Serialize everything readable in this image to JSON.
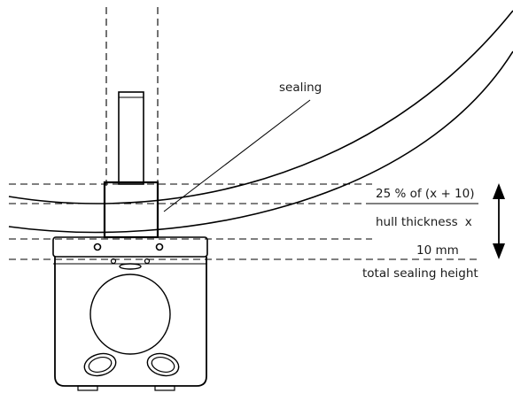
{
  "labels": {
    "sealing": "sealing",
    "pct": "25 % of (x + 10)",
    "hull": "hull thickness",
    "hull_var": "x",
    "ten_mm": "10 mm",
    "total": "total sealing height"
  }
}
